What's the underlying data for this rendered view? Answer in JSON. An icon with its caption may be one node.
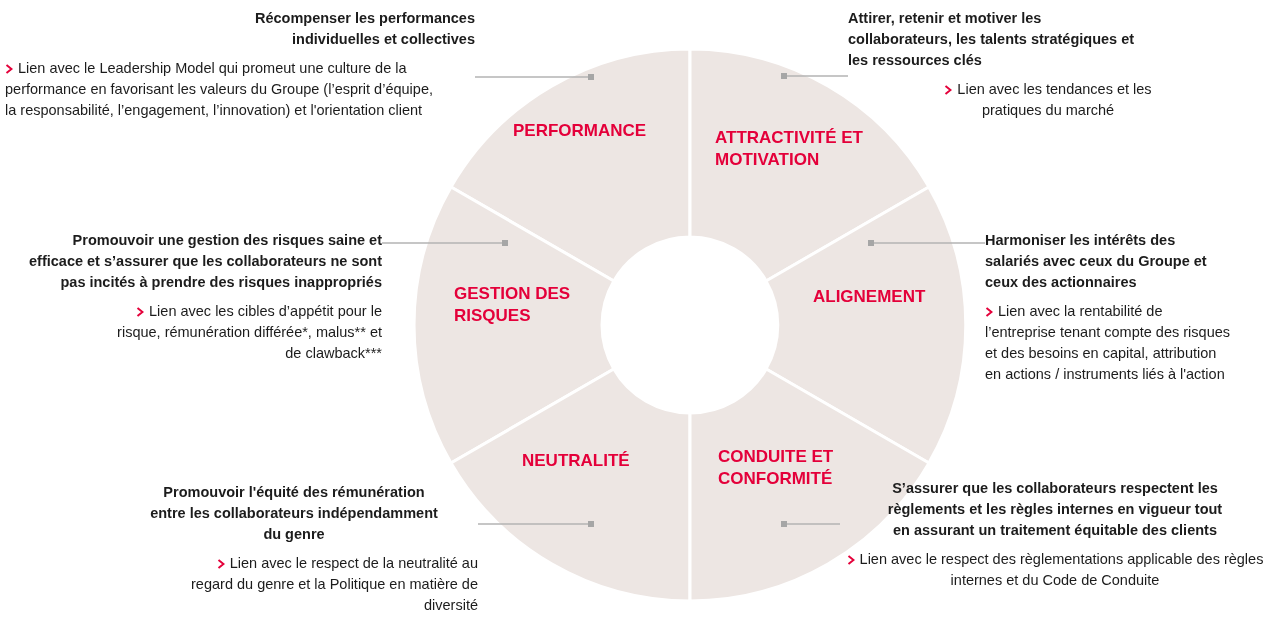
{
  "diagram": {
    "nodes": [
      {
        "text": [
          "PERFORMANCE"
        ]
      },
      {
        "text": [
          "ATTRACTIVITÉ ET MOTIVATION"
        ]
      },
      {
        "text": [
          "GESTION DES RISQUES"
        ]
      },
      {
        "text": [
          "ALIGNEMENT"
        ]
      },
      {
        "text": [
          "NEUTRALITÉ"
        ]
      },
      {
        "text": [
          "CONDUITE ET CONFORMITÉ"
        ]
      },
      {
        "text": [
          "Récompenser les performances individuelles et collectives",
          "Lien avec le Leadership Model qui promeut une culture de la performance en favorisant les valeurs du Groupe (l’esprit d’équipe, la responsabilité, l’engagement, l’innovation) et l'orientation client"
        ]
      },
      {
        "text": [
          "Attirer, retenir et motiver les collaborateurs, les talents stratégiques et les ressources clés",
          "Lien avec les tendances et les pratiques du marché"
        ]
      },
      {
        "text": [
          "Promouvoir une gestion des risques saine et efficace et s’assurer que les collaborateurs ne sont pas incités à prendre des risques inappropriés",
          "Lien avec les cibles d’appétit pour le risque, rémunération différée*, malus** et de clawback***"
        ]
      },
      {
        "text": [
          "Harmoniser les intérêts des salariés avec ceux du Groupe et ceux des actionnaires",
          "Lien avec la rentabilité de l’entreprise tenant compte des risques et des besoins en capital, attribution en actions / instruments liés à l'action"
        ]
      },
      {
        "text": [
          "Promouvoir l'équité des rémunération entre les collaborateurs indépendamment du genre",
          "Lien avec le respect de la neutralité au regard du genre et la Politique en matière de diversité"
        ]
      },
      {
        "text": [
          "S’assurer que les collaborateurs respectent les règlements et les règles internes en vigueur tout en assurant un traitement équitable des clients",
          "Lien avec le respect des règlementations applicable des règles internes et du Code de Conduite"
        ]
      }
    ],
    "edges": [
      {
        "from": 6,
        "to": 0,
        "arrow": "other"
      },
      {
        "from": 7,
        "to": 1,
        "arrow": "other"
      },
      {
        "from": 8,
        "to": 2,
        "arrow": "other"
      },
      {
        "from": 9,
        "to": 3,
        "arrow": "other"
      },
      {
        "from": 10,
        "to": 4,
        "arrow": "other"
      },
      {
        "from": 11,
        "to": 5,
        "arrow": "other"
      }
    ]
  }
}
